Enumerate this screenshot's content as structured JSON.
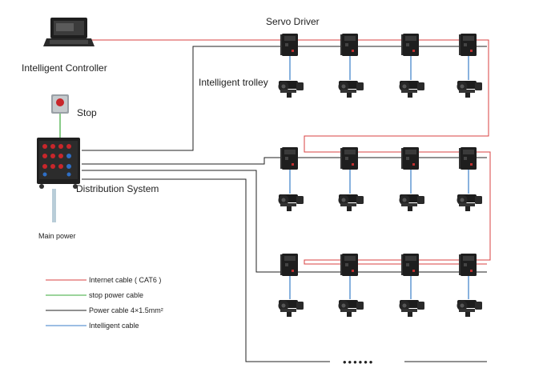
{
  "labels": {
    "servo_driver": "Servo Driver",
    "intelligent_controller": "Intelligent Controller",
    "intelligent_trolley": "Intelligent trolley",
    "stop": "Stop",
    "distribution_system": "Distribution System",
    "main_power": "Main power",
    "ellipsis": "••••••"
  },
  "legend": [
    {
      "label": "Internet cable ( CAT6 )",
      "color": "#d94040"
    },
    {
      "label": "stop power cable",
      "color": "#3aa83a"
    },
    {
      "label": "Power cable  4×1.5mm²",
      "color": "#222222"
    },
    {
      "label": "Intelligent cable",
      "color": "#3a7ec8"
    }
  ],
  "colors": {
    "internet": "#d94040",
    "stop_power": "#3aa83a",
    "power": "#222222",
    "intelligent": "#3a7ec8",
    "device": "#1c1c1c"
  }
}
